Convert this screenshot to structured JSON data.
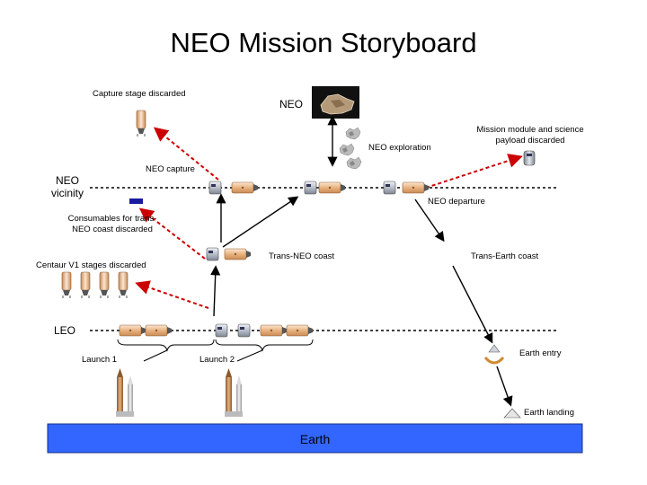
{
  "title": "NEO Mission Storyboard",
  "labels": {
    "capture_stage_discarded": "Capture stage discarded",
    "neo": "NEO",
    "neo_exploration": "NEO exploration",
    "mission_module_discarded_1": "Mission module and science",
    "mission_module_discarded_2": "payload discarded",
    "neo_capture": "NEO capture",
    "neo_vicinity_1": "NEO",
    "neo_vicinity_2": "vicinity",
    "neo_departure": "NEO departure",
    "consumables_1": "Consumables for trans-",
    "consumables_2": "NEO coast discarded",
    "trans_neo_coast": "Trans-NEO coast",
    "trans_earth_coast": "Trans-Earth coast",
    "centaur_discarded": "Centaur V1 stages discarded",
    "leo": "LEO",
    "launch_1": "Launch 1",
    "launch_2": "Launch 2",
    "earth_entry": "Earth entry",
    "earth_landing": "Earth landing",
    "earth": "Earth"
  },
  "colors": {
    "orbit_line": "#000000",
    "discard_arrow": "#cc0000",
    "earth_band": "#3366ff",
    "stage_body": "#f0c8a0",
    "capsule": "#c8ccd4",
    "neo_image_bg": "#111111"
  }
}
